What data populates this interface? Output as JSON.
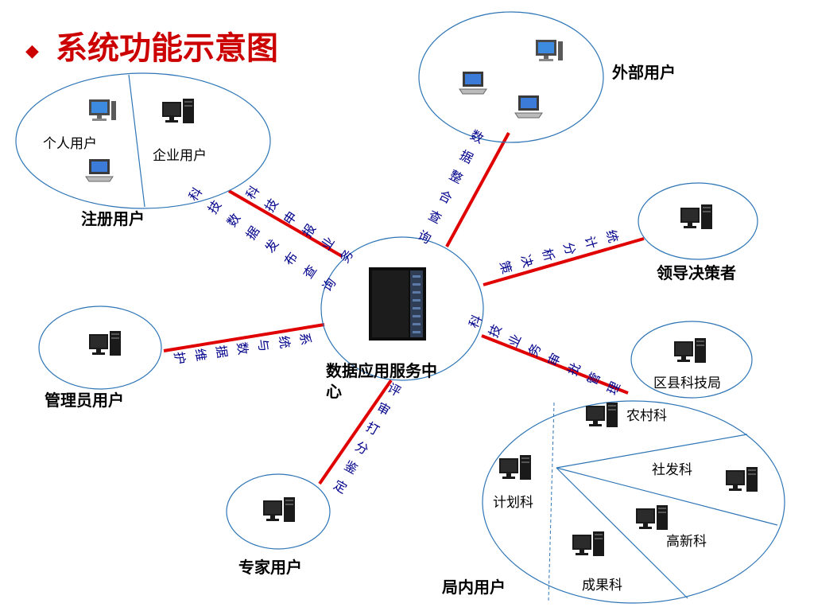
{
  "title": "系统功能示意图",
  "title_bullet": "◆",
  "center": {
    "label_line1": "数据应用服务中",
    "label_line2": "心"
  },
  "groups": {
    "registered": {
      "label": "注册用户",
      "personal": "个人用户",
      "enterprise": "企业用户"
    },
    "external": {
      "label": "外部用户"
    },
    "leaders": {
      "label": "领导决策者"
    },
    "county": {
      "label": "区县科技局"
    },
    "admin": {
      "label": "管理员用户"
    },
    "expert": {
      "label": "专家用户"
    },
    "internal": {
      "label": "局内用户",
      "depts": [
        "农村科",
        "社发科",
        "计划科",
        "高新科",
        "成果科"
      ]
    }
  },
  "links": {
    "reg_a": "科技申报业务",
    "reg_b": "科技数据发布查询",
    "external": "数据整合查询",
    "leaders": "统计分析决策",
    "internal": "科技业务审批管理",
    "admin": "系统与数据维护",
    "expert": "评审打分鉴定"
  },
  "colors": {
    "title": "#cc0000",
    "link": "#e00000",
    "ellipse": "#2e75b6",
    "link_text": "#00008b"
  }
}
